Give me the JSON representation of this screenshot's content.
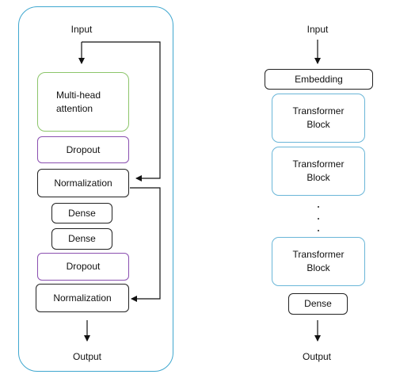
{
  "left": {
    "input": "Input",
    "mha": "Multi-head attention",
    "dropout1": "Dropout",
    "norm1": "Normalization",
    "dense1": "Dense",
    "dense2": "Dense",
    "dropout2": "Dropout",
    "norm2": "Normalization",
    "output": "Output"
  },
  "right": {
    "input": "Input",
    "embedding": "Embedding",
    "block1": "Transformer Block",
    "block2": "Transformer Block",
    "block3": "Transformer Block",
    "dense": "Dense",
    "output": "Output"
  },
  "colors": {
    "outer_border": "#3fa7cf",
    "attention_border": "#8cc56a",
    "dropout_border": "#8a4fb0",
    "transformer_block_border": "#6ab6d8",
    "box_border": "#222222"
  }
}
